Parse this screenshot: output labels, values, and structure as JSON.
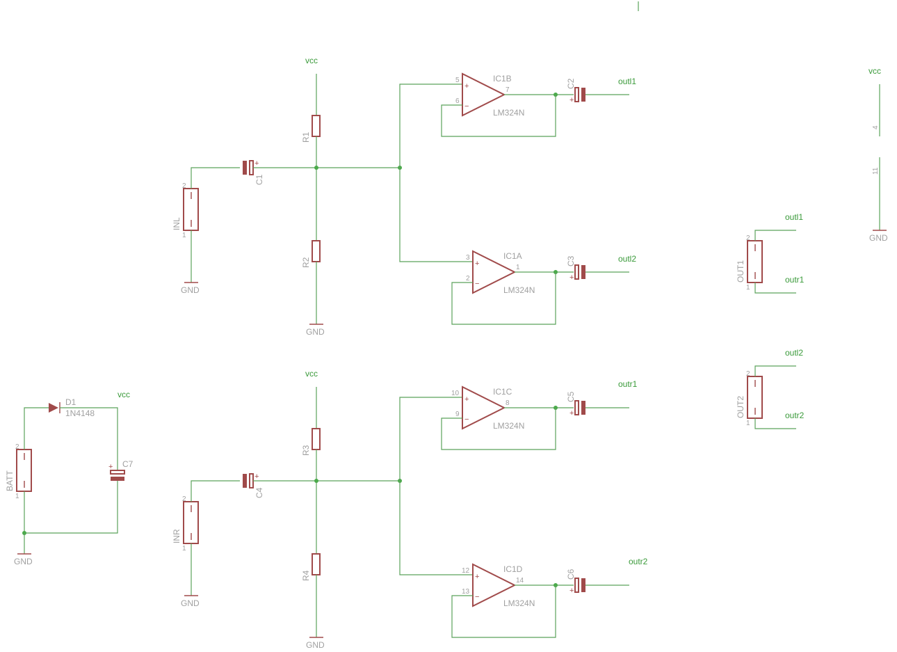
{
  "supply": {
    "vcc": "vcc",
    "gnd": "GND"
  },
  "nets": {
    "outl1": "outl1",
    "outl2": "outl2",
    "outr1": "outr1",
    "outr2": "outr2"
  },
  "resistors": {
    "r1": "R1",
    "r2": "R2",
    "r3": "R3",
    "r4": "R4"
  },
  "capacitors": {
    "c1": "C1",
    "c2": "C2",
    "c3": "C3",
    "c4": "C4",
    "c5": "C5",
    "c6": "C6",
    "c7": "C7"
  },
  "connectors": {
    "inl": "INL",
    "inr": "INR",
    "batt": "BATT",
    "out1": "OUT1",
    "out2": "OUT2"
  },
  "opamps": {
    "a": {
      "ref": "IC1A",
      "value": "LM324N",
      "plus": "3",
      "minus": "2",
      "out": "1"
    },
    "b": {
      "ref": "IC1B",
      "value": "LM324N",
      "plus": "5",
      "minus": "6",
      "out": "7"
    },
    "c": {
      "ref": "IC1C",
      "value": "LM324N",
      "plus": "10",
      "minus": "9",
      "out": "8"
    },
    "d": {
      "ref": "IC1D",
      "value": "LM324N",
      "plus": "12",
      "minus": "13",
      "out": "14"
    }
  },
  "power_pins": {
    "vplus": "4",
    "vminus": "11"
  },
  "diode": {
    "ref": "D1",
    "value": "1N4148"
  },
  "pins": {
    "one": "1",
    "two": "2"
  },
  "symbols": {
    "plus": "+",
    "minus": "−"
  }
}
